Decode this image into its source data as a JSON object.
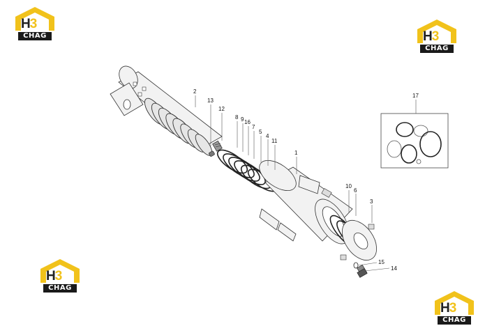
{
  "logo": {
    "mark_left": "H",
    "mark_right": "3",
    "brand": "CHAG"
  },
  "callouts": {
    "c1": "1",
    "c2": "2",
    "c3": "3",
    "c4": "4",
    "c5": "5",
    "c6": "6",
    "c7": "7",
    "c8": "8",
    "c9": "9",
    "c10": "10",
    "c11": "11",
    "c12": "12",
    "c13": "13",
    "c14": "14",
    "c15": "15",
    "c16": "16",
    "c17": "17"
  },
  "colors": {
    "logo_yellow": "#f1c21b",
    "logo_dark": "#1a1a1a",
    "line": "#333333"
  }
}
